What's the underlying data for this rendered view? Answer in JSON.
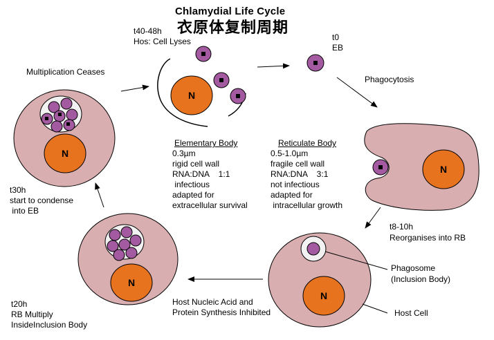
{
  "title": "Chlamydial Life Cycle",
  "title_cn": "衣原体复制周期",
  "nucleus_label": "N",
  "stages": {
    "t0": {
      "time": "t0",
      "name": "EB"
    },
    "phagocytosis": {
      "text": "Phagocytosis"
    },
    "t8": {
      "time": "t8-10h",
      "text": "Reorganises into RB"
    },
    "phagosome": {
      "line1": "Phagosome",
      "line2": "(Inclusion Body)"
    },
    "host_cell": {
      "text": "Host Cell"
    },
    "inhibited": {
      "line1": "Host Nucleic Acid and",
      "line2": "Protein Synthesis Inhibited"
    },
    "t20": {
      "time": "t20h",
      "line1": "RB Multiply",
      "line2": "InsideInclusion Body"
    },
    "t30": {
      "time": "t30h",
      "line1": "start to condense",
      "line2": " into EB"
    },
    "multiplication": {
      "text": "Multiplication Ceases"
    },
    "t40": {
      "time": "t40-48h",
      "text": "Hos: Cell Lyses"
    }
  },
  "elementary_body": {
    "heading": "Elementary Body",
    "lines": [
      "0.3µm",
      "rigid cell wall",
      "RNA:DNA    1:1",
      " infectious",
      "adapted for",
      "extracellular survival"
    ]
  },
  "reticulate_body": {
    "heading": "Reticulate Body",
    "lines": [
      "0.5-1.0µm",
      "fragile cell wall",
      "RNA:DNA    3:1",
      "not infectious",
      "adapted for",
      " intracellular growth"
    ]
  },
  "colors": {
    "cell_fill": "#d9aeb0",
    "nucleus_fill": "#e8731e",
    "particle_fill": "#a35aa0",
    "inclusion_fill": "#f2f2f2"
  }
}
